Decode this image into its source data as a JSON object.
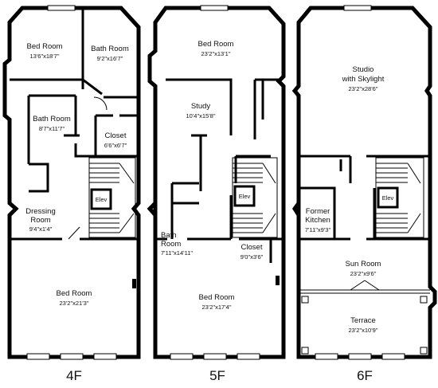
{
  "floors": [
    {
      "label": "4F",
      "rooms": [
        {
          "name": "Bed Room",
          "dims": "13'6\"x18'7\""
        },
        {
          "name": "Bath Room",
          "dims": "9'2\"x16'7\""
        },
        {
          "name": "Bath Room",
          "dims": "8'7\"x11'7\""
        },
        {
          "name": "Closet",
          "dims": "6'6\"x6'7\""
        },
        {
          "name": "Elev",
          "dims": ""
        },
        {
          "name": "Dressing Room",
          "dims": "9'4\"x1'4\""
        },
        {
          "name": "Bed Room",
          "dims": "23'2\"x21'3\""
        }
      ]
    },
    {
      "label": "5F",
      "rooms": [
        {
          "name": "Bed Room",
          "dims": "23'2\"x13'1\""
        },
        {
          "name": "Study",
          "dims": "10'4\"x15'8\""
        },
        {
          "name": "Elev",
          "dims": ""
        },
        {
          "name": "Bath Room",
          "dims": "7'11\"x14'11\""
        },
        {
          "name": "Closet",
          "dims": "9'0\"x3'6\""
        },
        {
          "name": "Bed Room",
          "dims": "23'2\"x17'4\""
        }
      ]
    },
    {
      "label": "6F",
      "rooms": [
        {
          "name": "Studio with Skylight",
          "dims": "23'2\"x28'6\""
        },
        {
          "name": "Elev",
          "dims": ""
        },
        {
          "name": "Former Kitchen",
          "dims": "7'11\"x9'3\""
        },
        {
          "name": "Sun Room",
          "dims": "23'2\"x9'6\""
        },
        {
          "name": "Terrace",
          "dims": "23'2\"x10'9\""
        }
      ]
    }
  ]
}
